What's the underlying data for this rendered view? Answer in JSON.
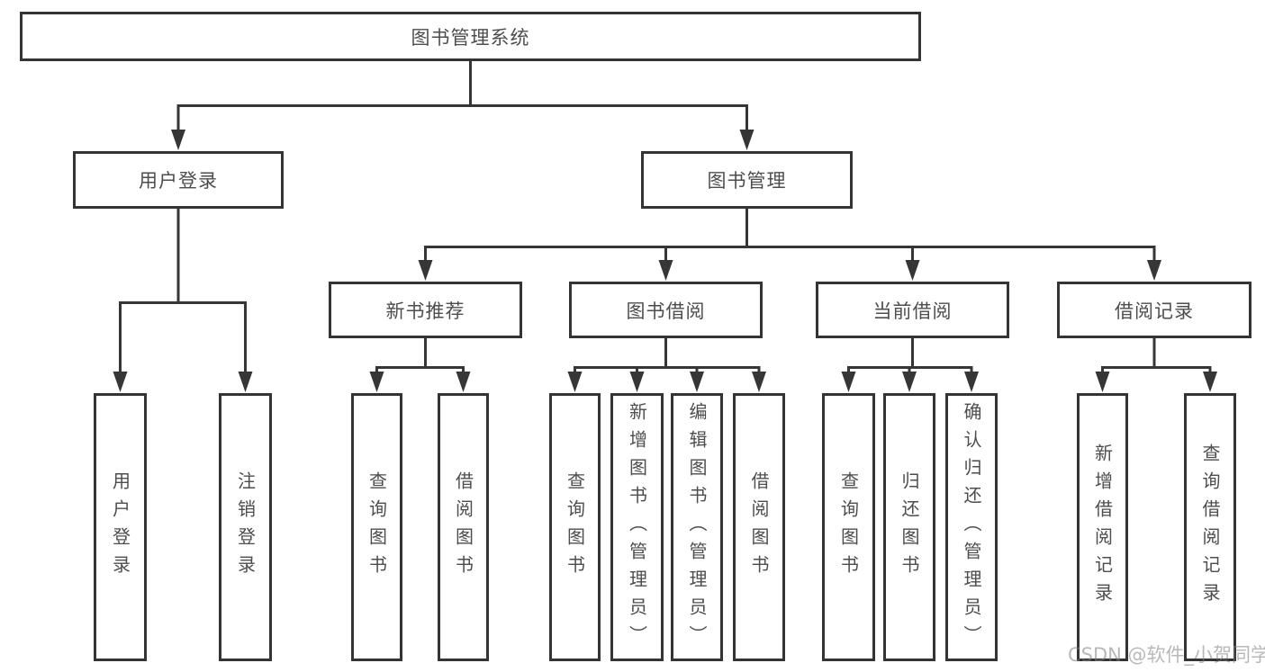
{
  "diagram": {
    "tree": {
      "root": "图书管理系统",
      "level2": [
        "用户登录",
        "图书管理"
      ],
      "level3": [
        "新书推荐",
        "图书借阅",
        "当前借阅",
        "借阅记录"
      ],
      "leaves": {
        "user_login": [
          "用户登录",
          "注销登录"
        ],
        "new_book_recommend": [
          "查询图书",
          "借阅图书"
        ],
        "book_borrow": [
          "查询图书",
          "新增图书（管理员）",
          "编辑图书（管理员）",
          "借阅图书"
        ],
        "current_borrow": [
          "查询图书",
          "归还图书",
          "确认归还（管理员）"
        ],
        "borrow_record": [
          "新增借阅记录",
          "查询借阅记录"
        ]
      }
    },
    "colors": {
      "line": "#363636",
      "border": "#343434",
      "text": "#4d4d4d",
      "watermark_gray": "#9a9a9a",
      "background": "#ffffff"
    },
    "watermark": "CSDN @软件_小贺同学"
  }
}
